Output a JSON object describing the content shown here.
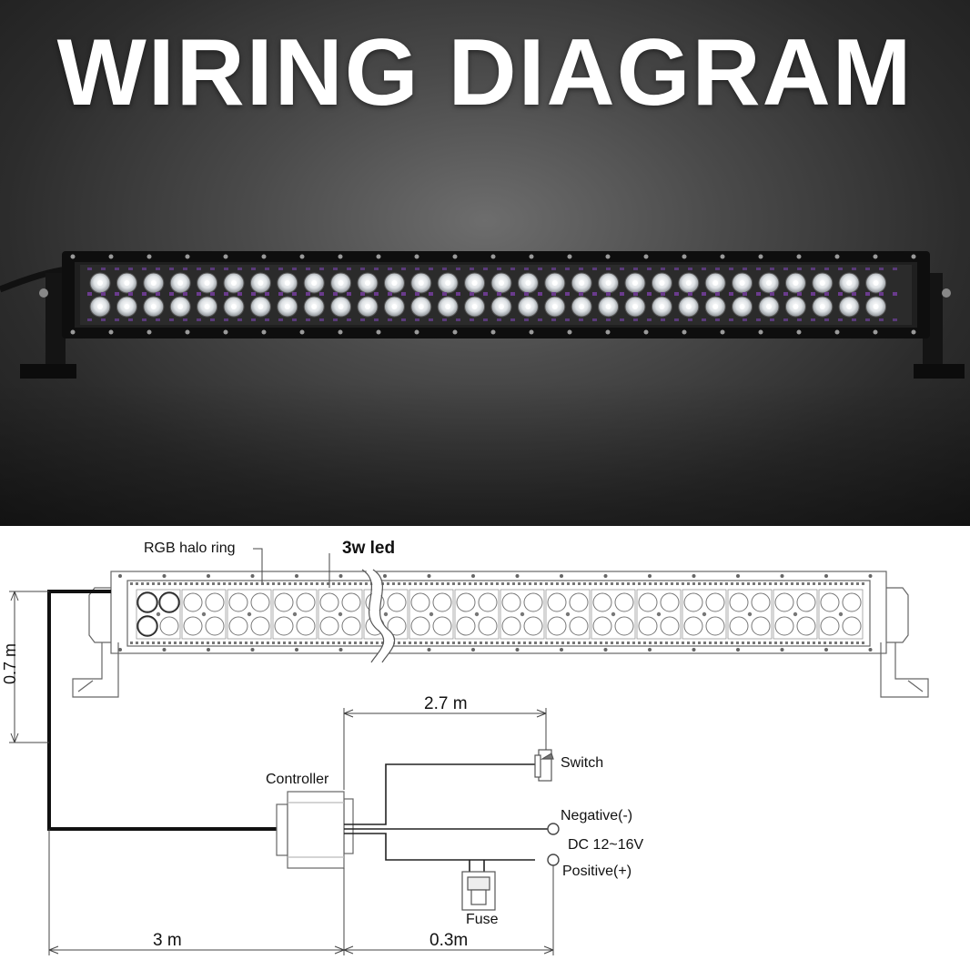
{
  "hero": {
    "title": "WIRING DIAGRAM"
  },
  "diagram": {
    "callouts": {
      "halo_ring": "RGB halo ring",
      "led": "3w led"
    },
    "components": {
      "controller": "Controller",
      "switch": "Switch",
      "fuse": "Fuse"
    },
    "terminals": {
      "negative": "Negative(-)",
      "voltage": "DC 12~16V",
      "positive": "Positive(+)"
    },
    "dimensions": {
      "vertical_cable": "0.7 m",
      "switch_wire": "2.7 m",
      "main_cable": "3 m",
      "power_wire": "0.3m"
    }
  },
  "colors": {
    "hero_background": "#3a3a3a",
    "title": "#ffffff",
    "line_art": "#555555",
    "cable": "#111111"
  }
}
